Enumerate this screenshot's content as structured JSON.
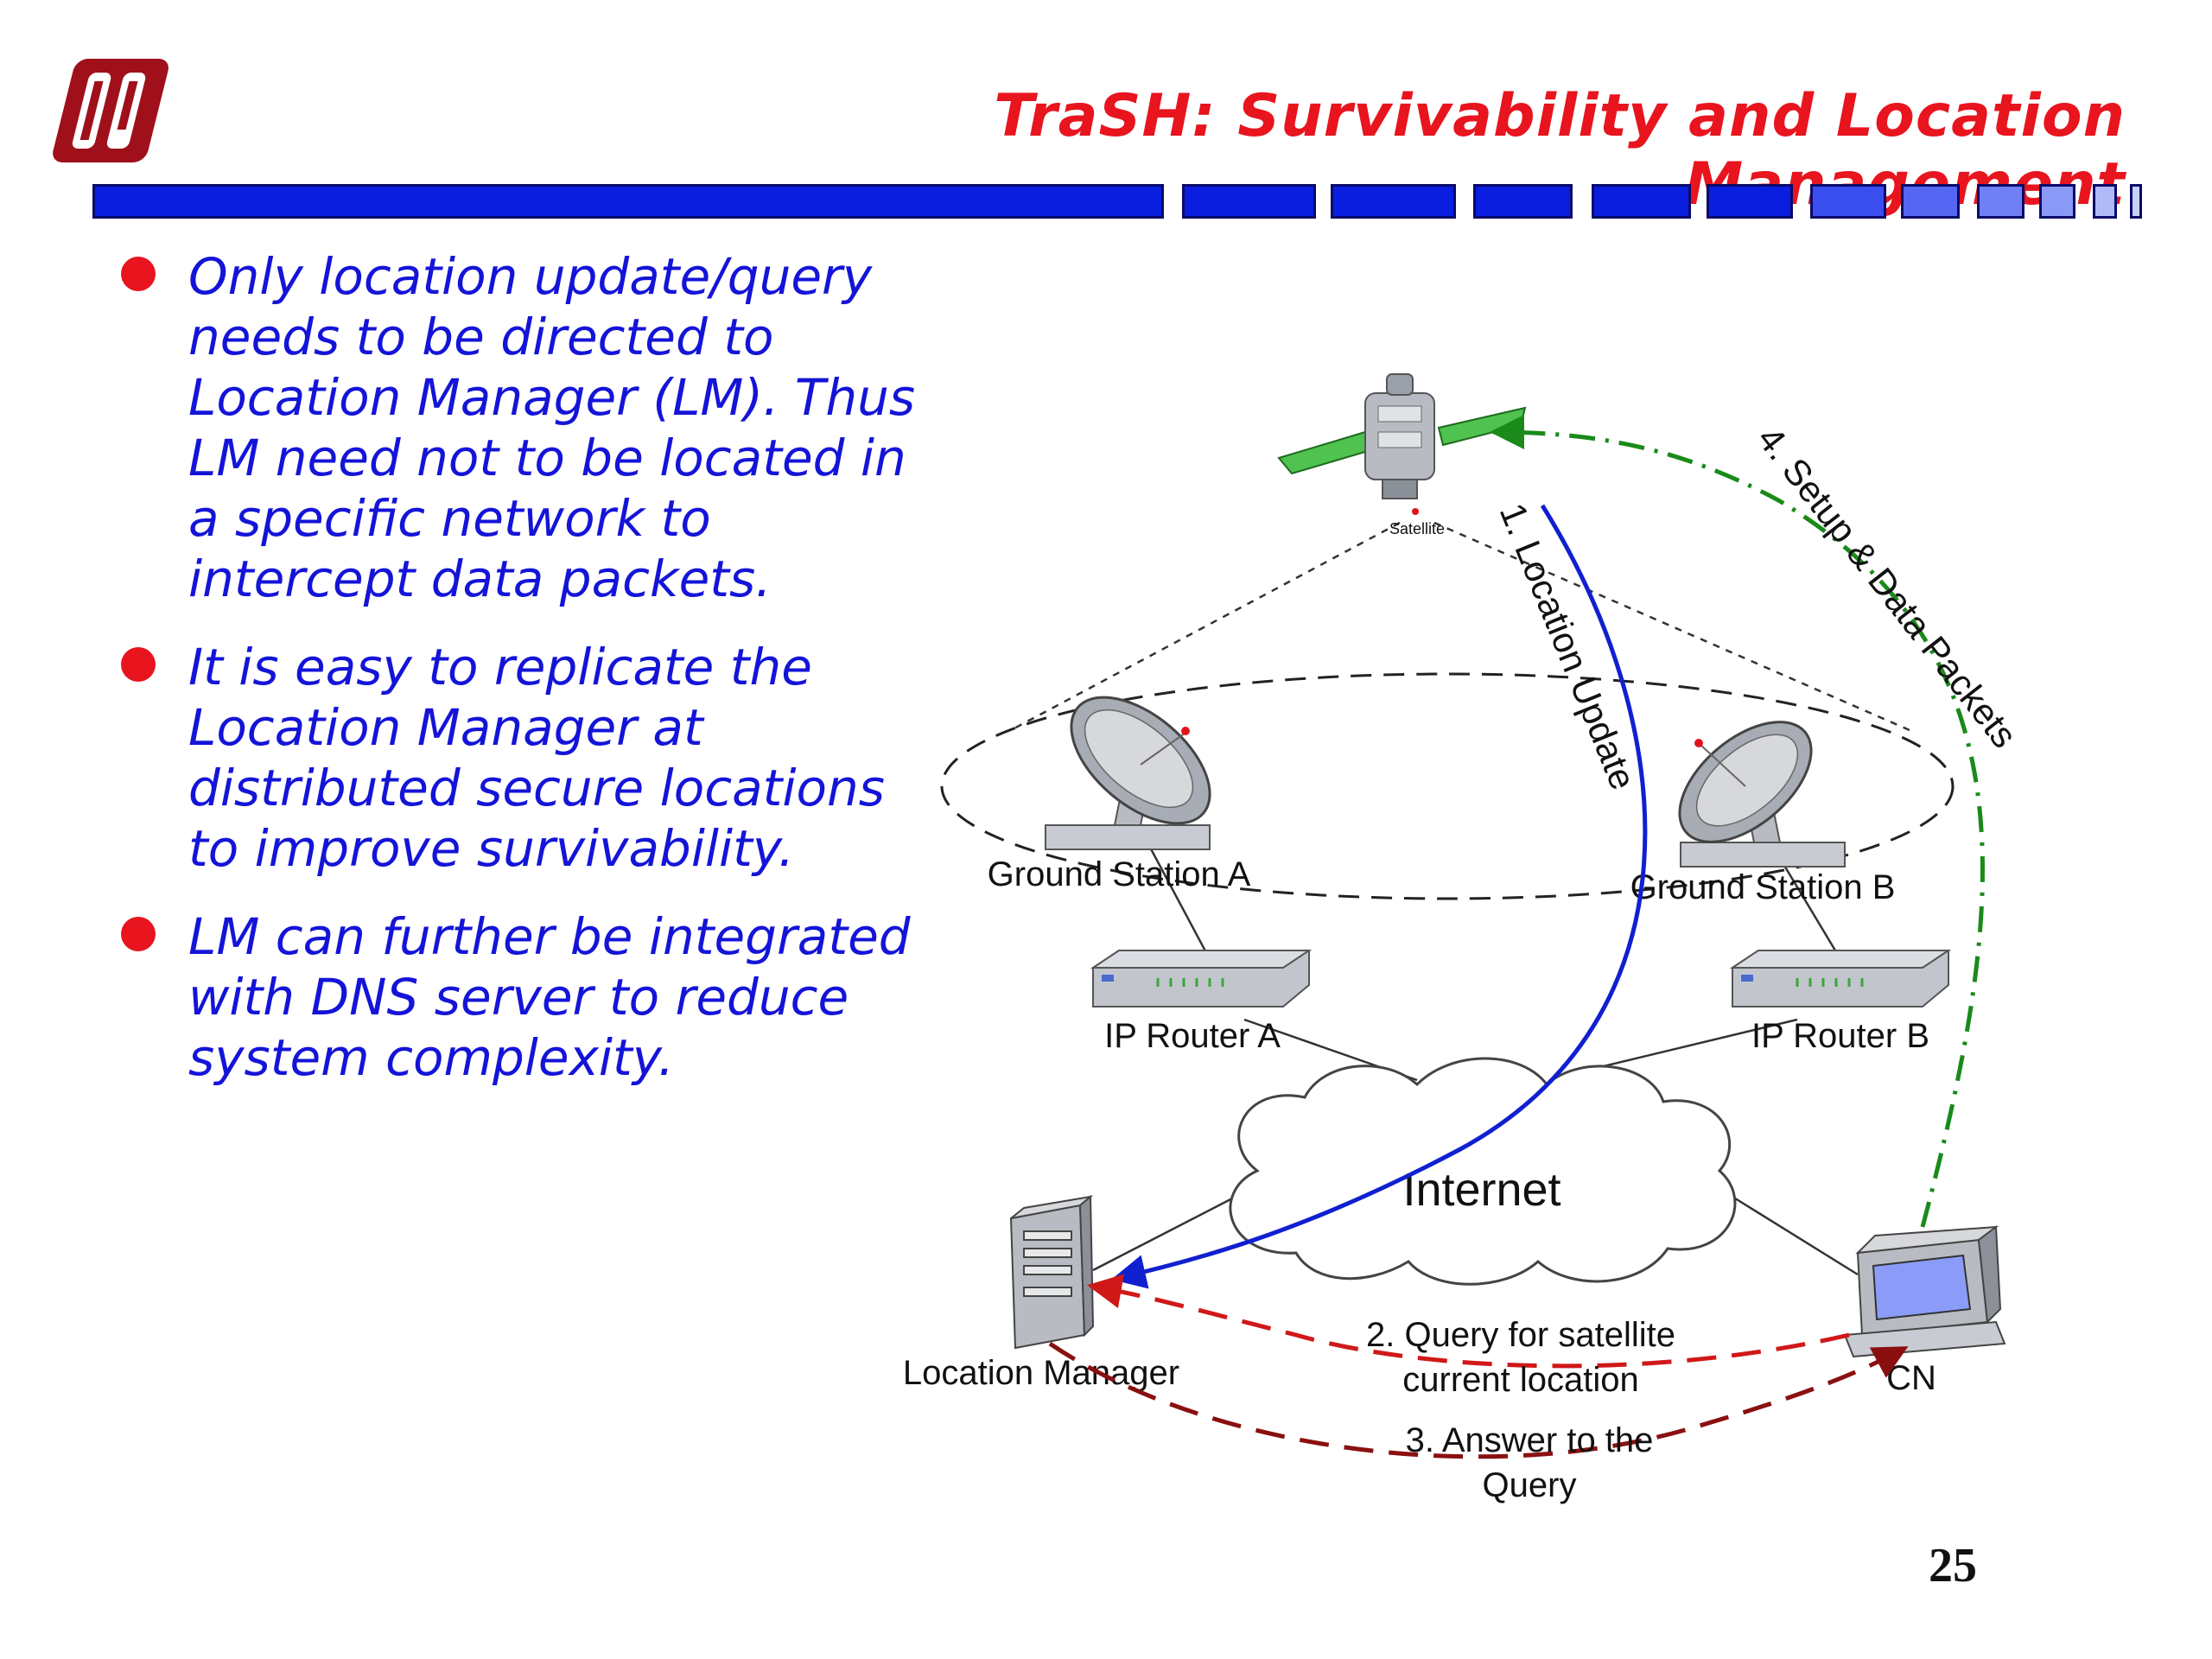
{
  "slide": {
    "title": "TraSH: Survivability and Location Management",
    "page_number": "25",
    "bullets": [
      "Only location update/query needs to be directed to Location Manager (LM). Thus LM need not to be located in a specific network to intercept data packets.",
      "It is easy to replicate the Location Manager at distributed secure locations to improve survivability.",
      "LM can further be integrated with DNS server to reduce system complexity."
    ]
  },
  "diagram": {
    "nodes": {
      "satellite": "Satellite",
      "ground_station_a": "Ground Station A",
      "ground_station_b": "Ground Station B",
      "router_a": "IP Router A",
      "router_b": "IP Router B",
      "internet": "Internet",
      "location_manager": "Location Manager",
      "cn": "CN"
    },
    "flows": {
      "step1": "1. Location Update",
      "step2_line1": "2. Query for satellite",
      "step2_line2": "current location",
      "step3_line1": "3. Answer to the",
      "step3_line2": "Query",
      "step4": "4. Setup & Data Packets"
    }
  },
  "colors": {
    "title": "#e8141e",
    "bullet_text": "#1414d8",
    "header_bar": "#0a1ee0",
    "location_update": "#1020d0",
    "query": "#d01818",
    "answer": "#8a1010",
    "setup": "#1a8a1a"
  }
}
